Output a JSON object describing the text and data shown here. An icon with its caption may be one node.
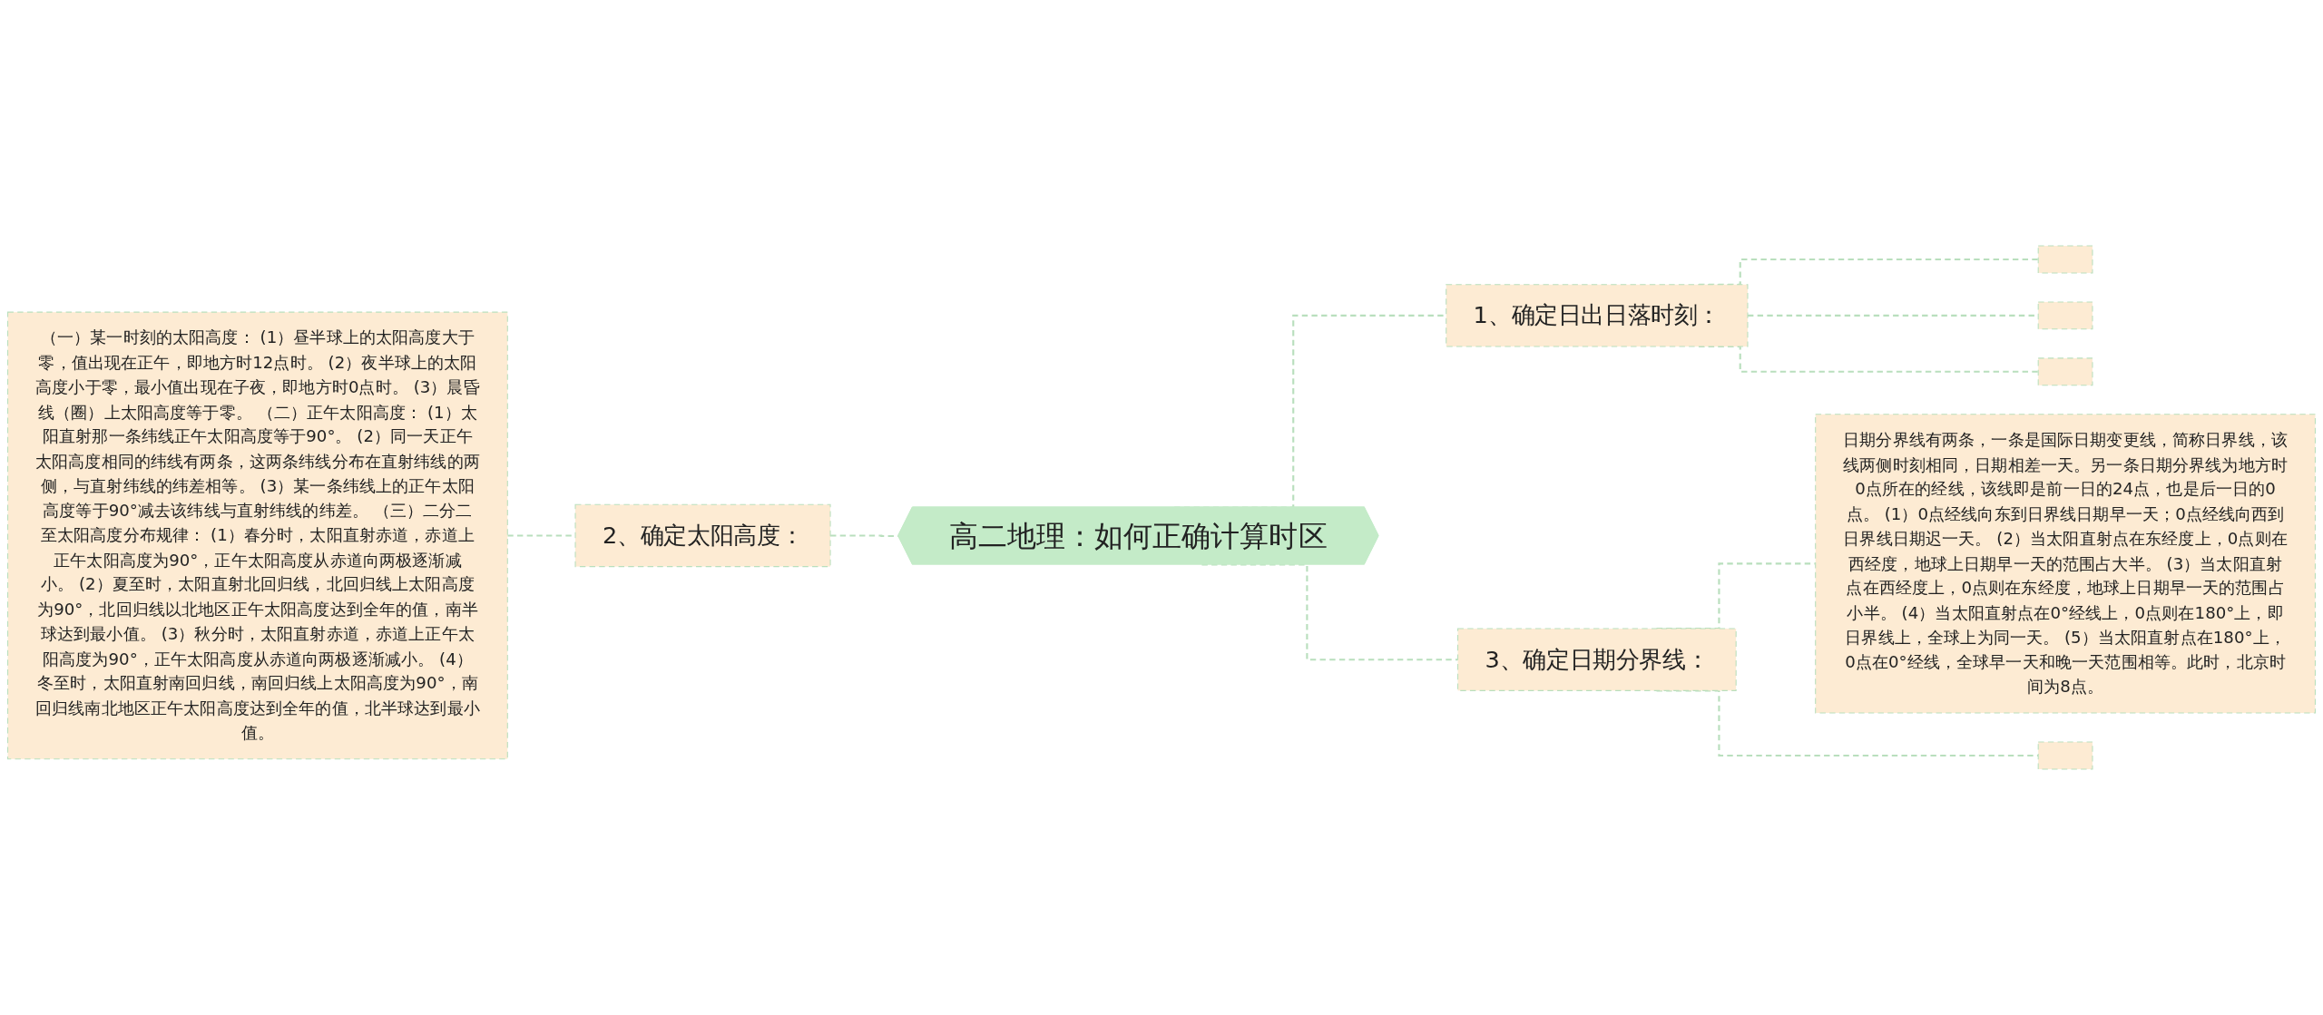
{
  "diagram": {
    "nodes": [
      {
        "text": [
          "高二地理：如何正确计算时区"
        ]
      },
      {
        "text": [
          "2、确定太阳高度："
        ]
      },
      {
        "text": [
          "（一）某一时刻的太阳高度： (1）昼半球上的太阳高度大于零，值出现在正午，即地方时12点时。 (2）夜半球上的太阳高度小于零，最小值出现在子夜，即地方时0点时。 (3）晨昏线（圈）上太阳高度等于零。 （二）正午太阳高度： (1）太阳直射那一条纬线正午太阳高度等于90°。 (2）同一天正午太阳高度相同的纬线有两条，这两条纬线分布在直射纬线的两侧，与直射纬线的纬差相等。 (3）某一条纬线上的正午太阳高度等于90°减去该纬线与直射纬线的纬差。 （三）二分二至太阳高度分布规律： (1）春分时，太阳直射赤道，赤道上正午太阳高度为90°，正午太阳高度从赤道向两极逐渐减小。 (2）夏至时，太阳直射北回归线，北回归线上太阳高度为90°，北回归线以北地区正午太阳高度达到全年的值，南半球达到最小值。 (3）秋分时，太阳直射赤道，赤道上正午太阳高度为90°，正午太阳高度从赤道向两极逐渐减小。 (4）冬至时，太阳直射南回归线，南回归线上太阳高度为90°，南回归线南北地区正午太阳高度达到全年的值，北半球达到最小值。"
        ]
      },
      {
        "text": [
          "1、确定日出日落时刻："
        ]
      },
      {
        "text": [],
        "shape": "box"
      },
      {
        "text": [],
        "shape": "box"
      },
      {
        "text": [],
        "shape": "box"
      },
      {
        "text": [
          "3、确定日期分界线："
        ]
      },
      {
        "text": [
          "日期分界线有两条，一条是国际日期变更线，简称日界线，该线两侧时刻相同，日期相差一天。另一条日期分界线为地方时0点所在的经线，该线即是前一日的24点，也是后一日的0点。 (1）0点经线向东到日界线日期早一天；0点经线向西到日界线日期迟一天。 (2）当太阳直射点在东经度上，0点则在西经度，地球上日期早一天的范围占大半。 (3）当太阳直射点在西经度上，0点则在东经度，地球上日期早一天的范围占小半。 (4）当太阳直射点在0°经线上，0点则在180°上，即日界线上，全球上为同一天。 (5）当太阳直射点在180°上，0点在0°经线，全球早一天和晚一天范围相等。此时，北京时间为8点。"
        ]
      },
      {
        "text": [],
        "shape": "box"
      }
    ],
    "edges": [
      {
        "from": 0,
        "to": 1,
        "arrow": "none",
        "style": "dashed"
      },
      {
        "from": 1,
        "to": 2,
        "arrow": "none",
        "style": "dashed"
      },
      {
        "from": 0,
        "to": 3,
        "arrow": "none",
        "style": "dashed"
      },
      {
        "from": 3,
        "to": 4,
        "arrow": "none",
        "style": "dashed"
      },
      {
        "from": 3,
        "to": 5,
        "arrow": "none",
        "style": "dashed"
      },
      {
        "from": 3,
        "to": 6,
        "arrow": "none",
        "style": "dashed"
      },
      {
        "from": 0,
        "to": 7,
        "arrow": "none",
        "style": "dashed"
      },
      {
        "from": 7,
        "to": 8,
        "arrow": "none",
        "style": "dashed"
      },
      {
        "from": 7,
        "to": 9,
        "arrow": "none",
        "style": "dashed"
      }
    ]
  }
}
